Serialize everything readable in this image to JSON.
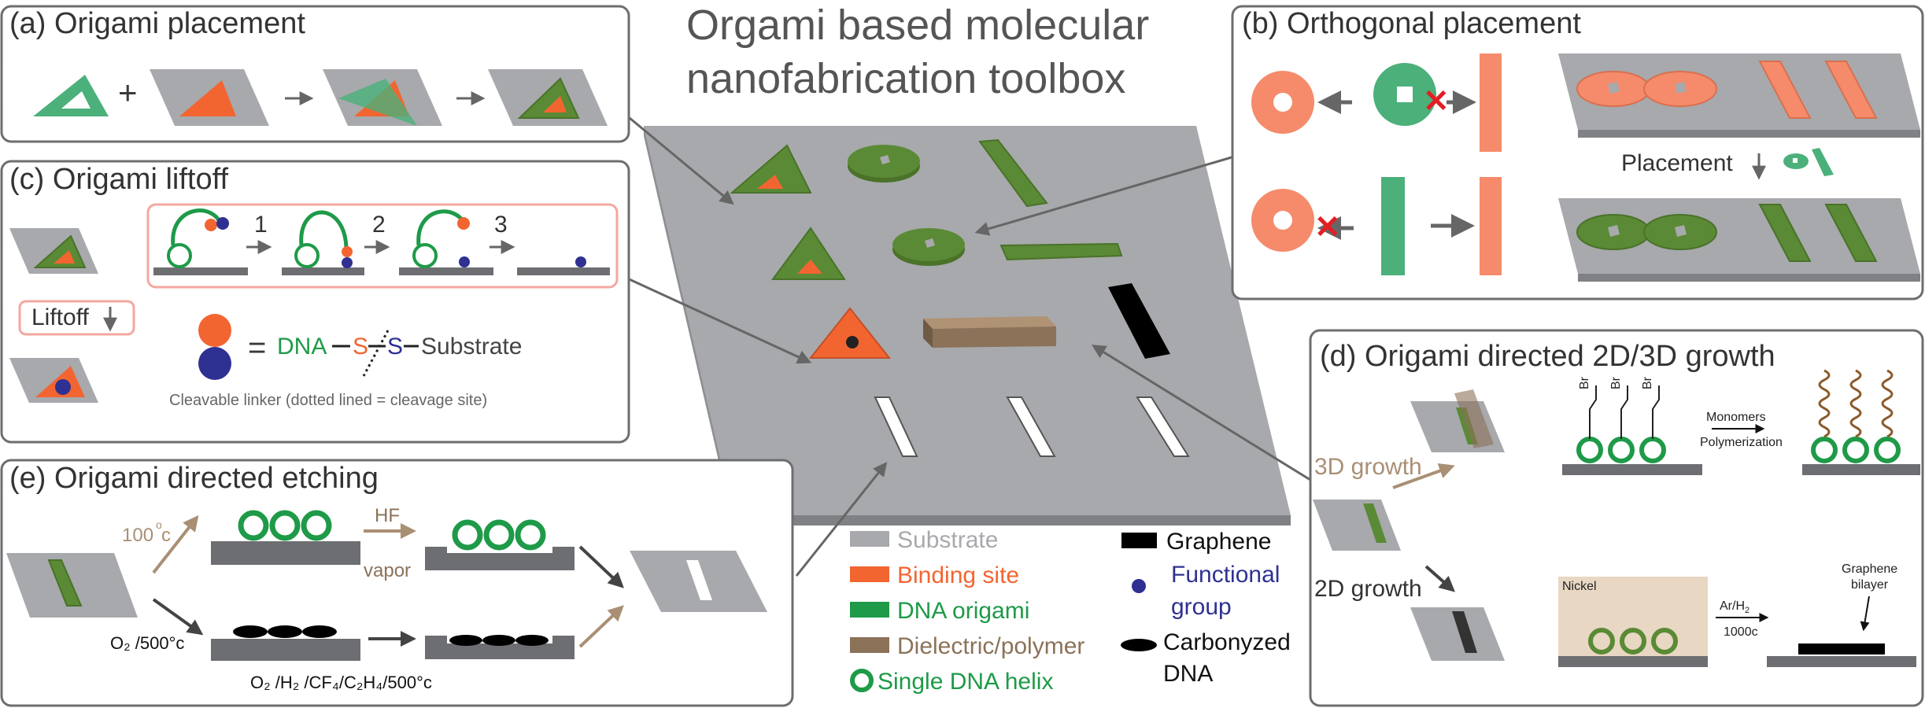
{
  "main_title": {
    "line1": "Orgami based molecular",
    "line2": "nanofabrication toolbox"
  },
  "panels": {
    "a": {
      "title": "(a) Origami placement"
    },
    "b": {
      "title": "(b) Orthogonal placement",
      "placement_label": "Placement"
    },
    "c": {
      "title": "(c) Origami liftoff",
      "steps": [
        "1",
        "2",
        "3"
      ],
      "liftoff_label": "Liftoff",
      "equation": {
        "equals": "=",
        "dna": "DNA",
        "s1": "S",
        "s2": "S",
        "substrate": "Substrate"
      },
      "caption": "Cleavable linker (dotted lined = cleavage site)"
    },
    "d": {
      "title": "(d) Origami directed 2D/3D growth",
      "growth_3d": "3D growth",
      "growth_2d": "2D growth",
      "monomers": "Monomers",
      "polymerization": "Polymerization",
      "br": "Br",
      "nickel": "Nickel",
      "ar_h2": "Ar/H",
      "ar_h2_sub": "2",
      "temp": "1000c",
      "graphene": "Graphene",
      "bilayer": "bilayer"
    },
    "e": {
      "title": "(e) Origami directed etching",
      "temp_100": "100",
      "deg_c": "c",
      "hf": "HF",
      "vapor": "vapor",
      "o2_left": "O₂ /500°c",
      "bottom_caption": "O₂ /H₂ /CF₄/C₂H₄/500°c"
    }
  },
  "legend": {
    "substrate": "Substrate",
    "binding_site": "Binding site",
    "dna_origami": "DNA origami",
    "dielectric": "Dielectric/polymer",
    "single_helix": "Single DNA helix",
    "graphene": "Graphene",
    "functional_1": "Functional",
    "functional_2": "group",
    "carbonyzed_1": "Carbonyzed",
    "carbonyzed_2": "DNA"
  },
  "colors": {
    "substrate": "#a7a9ac",
    "binding_site": "#f26531",
    "dna_origami": "#5a8a35",
    "dna_green": "#1e9a48",
    "dielectric": "#8b7259",
    "salmon": "#f58b6b",
    "mint": "#4bb07a",
    "functional_group": "#2e3192",
    "x_mark": "#e31e24"
  }
}
